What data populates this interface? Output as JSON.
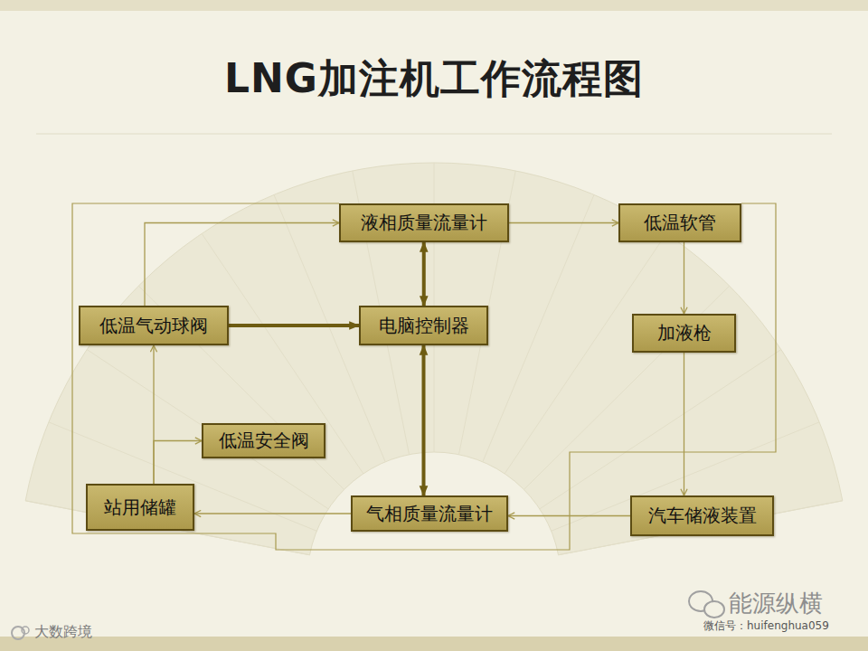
{
  "diagram": {
    "title": "LNG加注机工作流程图",
    "nodes": [
      {
        "text": [
          "液相质量流量计"
        ]
      },
      {
        "text": [
          "低温软管"
        ]
      },
      {
        "text": [
          "低温气动球阀"
        ]
      },
      {
        "text": [
          "电脑控制器"
        ]
      },
      {
        "text": [
          "加液枪"
        ]
      },
      {
        "text": [
          "低温安全阀"
        ]
      },
      {
        "text": [
          "站用储罐"
        ]
      },
      {
        "text": [
          "气相质量流量计"
        ]
      },
      {
        "text": [
          "汽车储液装置"
        ]
      }
    ],
    "edges": [
      {
        "from": 2,
        "to": 0,
        "arrow": "to"
      },
      {
        "from": 0,
        "to": 1,
        "arrow": "to"
      },
      {
        "from": 1,
        "to": 4,
        "arrow": "to"
      },
      {
        "from": 4,
        "to": 8,
        "arrow": "to"
      },
      {
        "from": 8,
        "to": 7,
        "arrow": "to"
      },
      {
        "from": 7,
        "to": 6,
        "arrow": "to"
      },
      {
        "from": 6,
        "to": 2,
        "arrow": "to"
      },
      {
        "from": 6,
        "to": 5,
        "arrow": "to"
      },
      {
        "from": 0,
        "to": 3,
        "arrow": "both"
      },
      {
        "from": 3,
        "to": 7,
        "arrow": "both"
      },
      {
        "from": 2,
        "to": 3,
        "arrow": "to"
      }
    ],
    "labels": [
      "能源纵横",
      "微信号：huifenghua059",
      "大数跨境"
    ]
  }
}
